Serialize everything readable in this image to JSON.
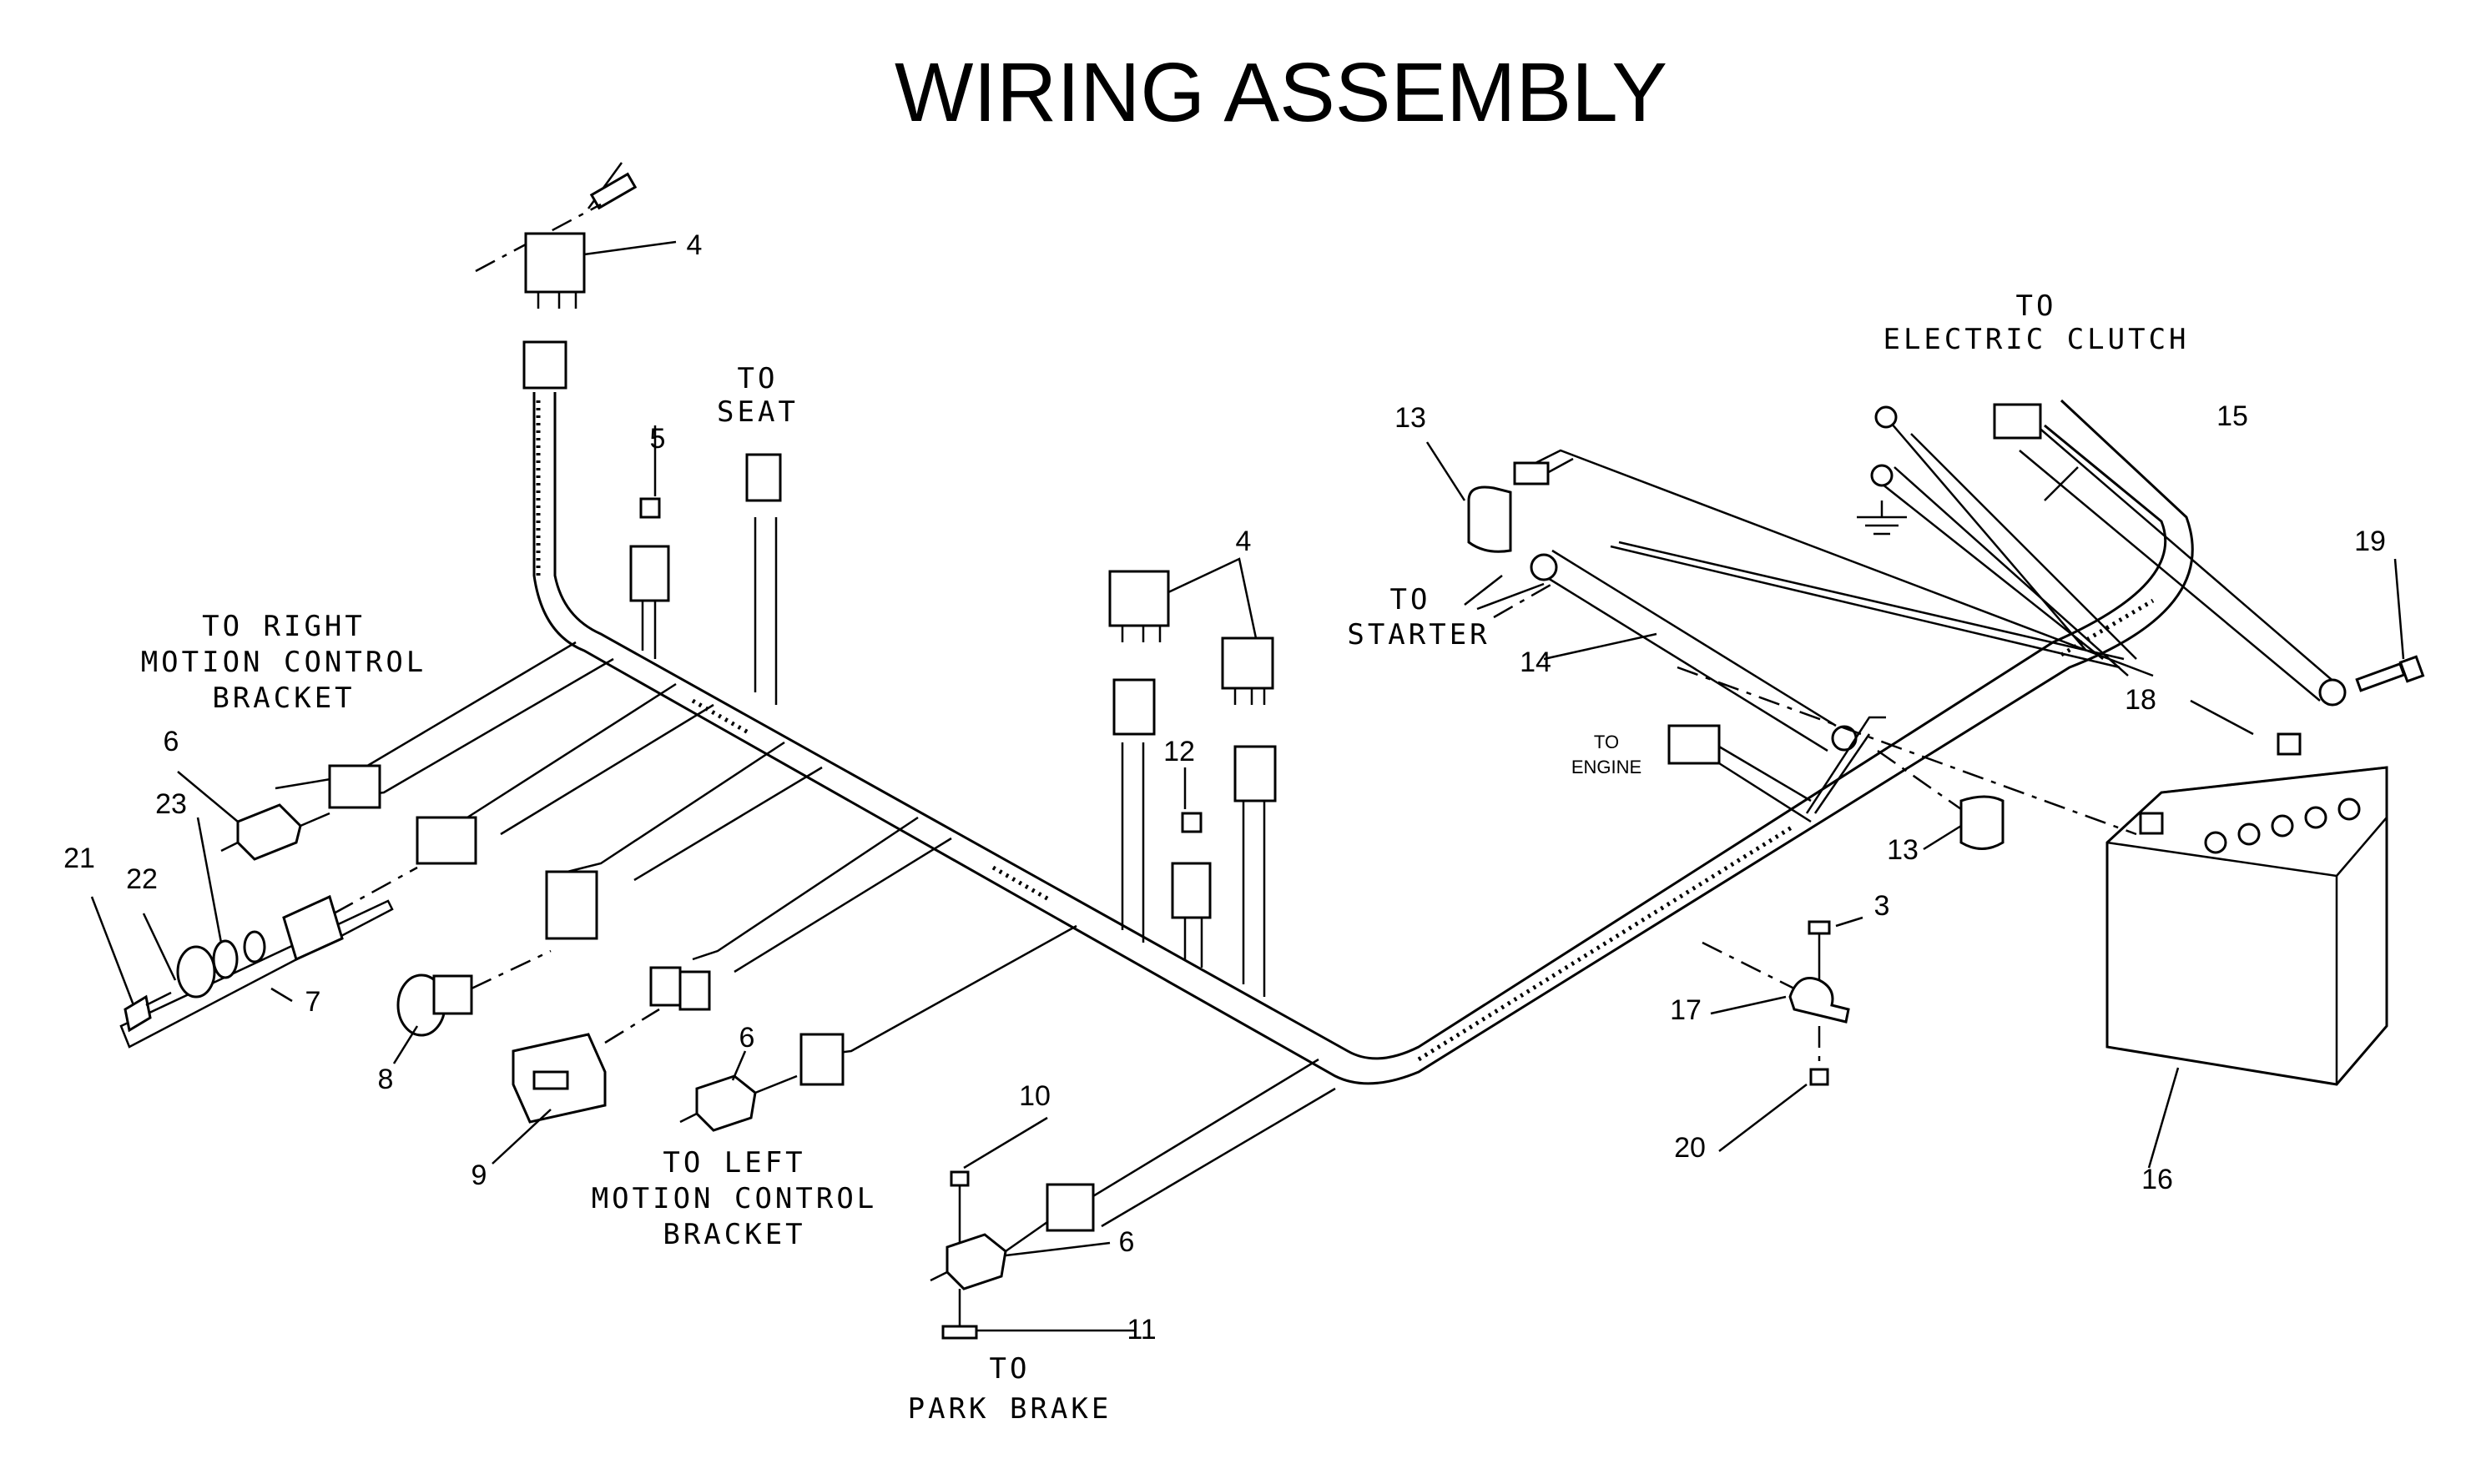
{
  "title": "WIRING ASSEMBLY",
  "labels": {
    "to_seat": [
      "TO",
      "SEAT"
    ],
    "to_electric_clutch": [
      "TO",
      "ELECTRIC CLUTCH"
    ],
    "to_right_motion": [
      "TO RIGHT",
      "MOTION CONTROL",
      "BRACKET"
    ],
    "to_starter": [
      "TO",
      "STARTER"
    ],
    "to_engine": [
      "TO",
      "ENGINE"
    ],
    "to_left_motion": [
      "TO LEFT",
      "MOTION CONTROL",
      "BRACKET"
    ],
    "to_park_brake": [
      "TO",
      "PARK BRAKE"
    ]
  },
  "callouts": [
    "4",
    "5",
    "4",
    "13",
    "15",
    "19",
    "14",
    "18",
    "12",
    "6",
    "23",
    "21",
    "22",
    "7",
    "8",
    "9",
    "6",
    "13",
    "3",
    "17",
    "20",
    "16",
    "10",
    "6",
    "11"
  ]
}
